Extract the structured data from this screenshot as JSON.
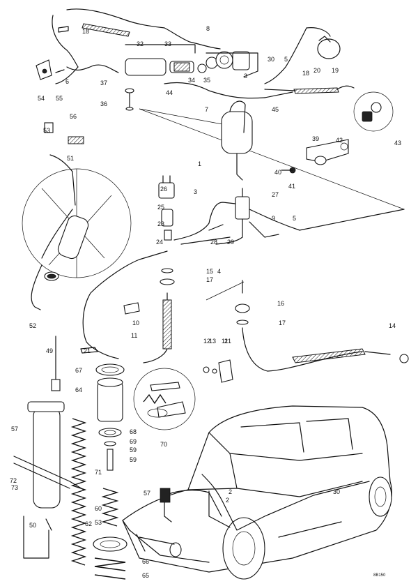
{
  "diagram_reference": "8B150",
  "callouts": [
    "18",
    "8",
    "32",
    "33",
    "30",
    "5",
    "6",
    "54",
    "55",
    "37",
    "36",
    "44",
    "7",
    "34",
    "35",
    "3",
    "45",
    "18",
    "20",
    "19",
    "43",
    "56",
    "53",
    "51",
    "1",
    "39",
    "42",
    "40",
    "41",
    "26",
    "25",
    "27",
    "23",
    "24",
    "3",
    "28",
    "29",
    "9",
    "5",
    "2",
    "15",
    "17",
    "4",
    "16",
    "17",
    "10",
    "11",
    "12",
    "13",
    "11",
    "21",
    "14",
    "52",
    "49",
    "21",
    "67",
    "64",
    "68",
    "69",
    "59",
    "59",
    "70",
    "57",
    "71",
    "72",
    "73",
    "53",
    "60",
    "62",
    "50",
    "66",
    "65",
    "57",
    "2",
    "30"
  ]
}
